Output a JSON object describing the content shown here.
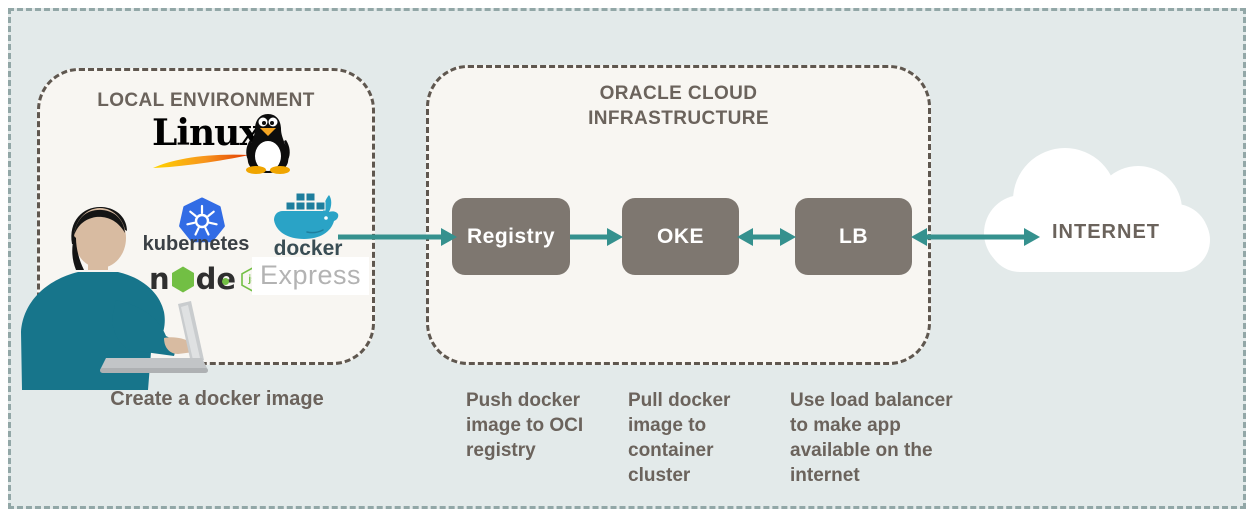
{
  "local": {
    "title": "LOCAL ENVIRONMENT",
    "caption": "Create a docker image",
    "logos": {
      "linux": {
        "label": "Linux",
        "tm": "™"
      },
      "kubernetes": {
        "label": "kubernetes"
      },
      "docker": {
        "label": "docker"
      },
      "node": {
        "l1": "n",
        "l2": "d",
        "l3": "e",
        "js": "js"
      },
      "express": {
        "label": "Express"
      }
    }
  },
  "oci": {
    "title_line1": "ORACLE CLOUD",
    "title_line2": "INFRASTRUCTURE",
    "nodes": [
      {
        "label": "Registry"
      },
      {
        "label": "OKE"
      },
      {
        "label": "LB"
      }
    ]
  },
  "internet": {
    "label": "INTERNET"
  },
  "steps": [
    {
      "text": "Push docker image to OCI registry"
    },
    {
      "text": "Pull docker image to container cluster"
    },
    {
      "text": "Use load balancer to make app available on the internet"
    }
  ],
  "icons": {
    "tux": "tux-penguin-icon",
    "kubernetes": "kubernetes-wheel-icon",
    "docker": "docker-whale-icon",
    "node_hexagon": "node-hexagon-icon",
    "person": "person-at-laptop-illustration",
    "cloud": "internet-cloud-icon"
  },
  "colors": {
    "background": "#e3eaea",
    "outer_dash": "#92a7a7",
    "box_dash": "#5f574f",
    "box_fill": "#f8f6f2",
    "gray_node": "#7e7770",
    "arrow_teal": "#35918e",
    "text_gray": "#6b635c",
    "kubernetes_blue": "#326ce5",
    "node_green": "#72bf44",
    "docker_teal": "#2aa3c6"
  }
}
